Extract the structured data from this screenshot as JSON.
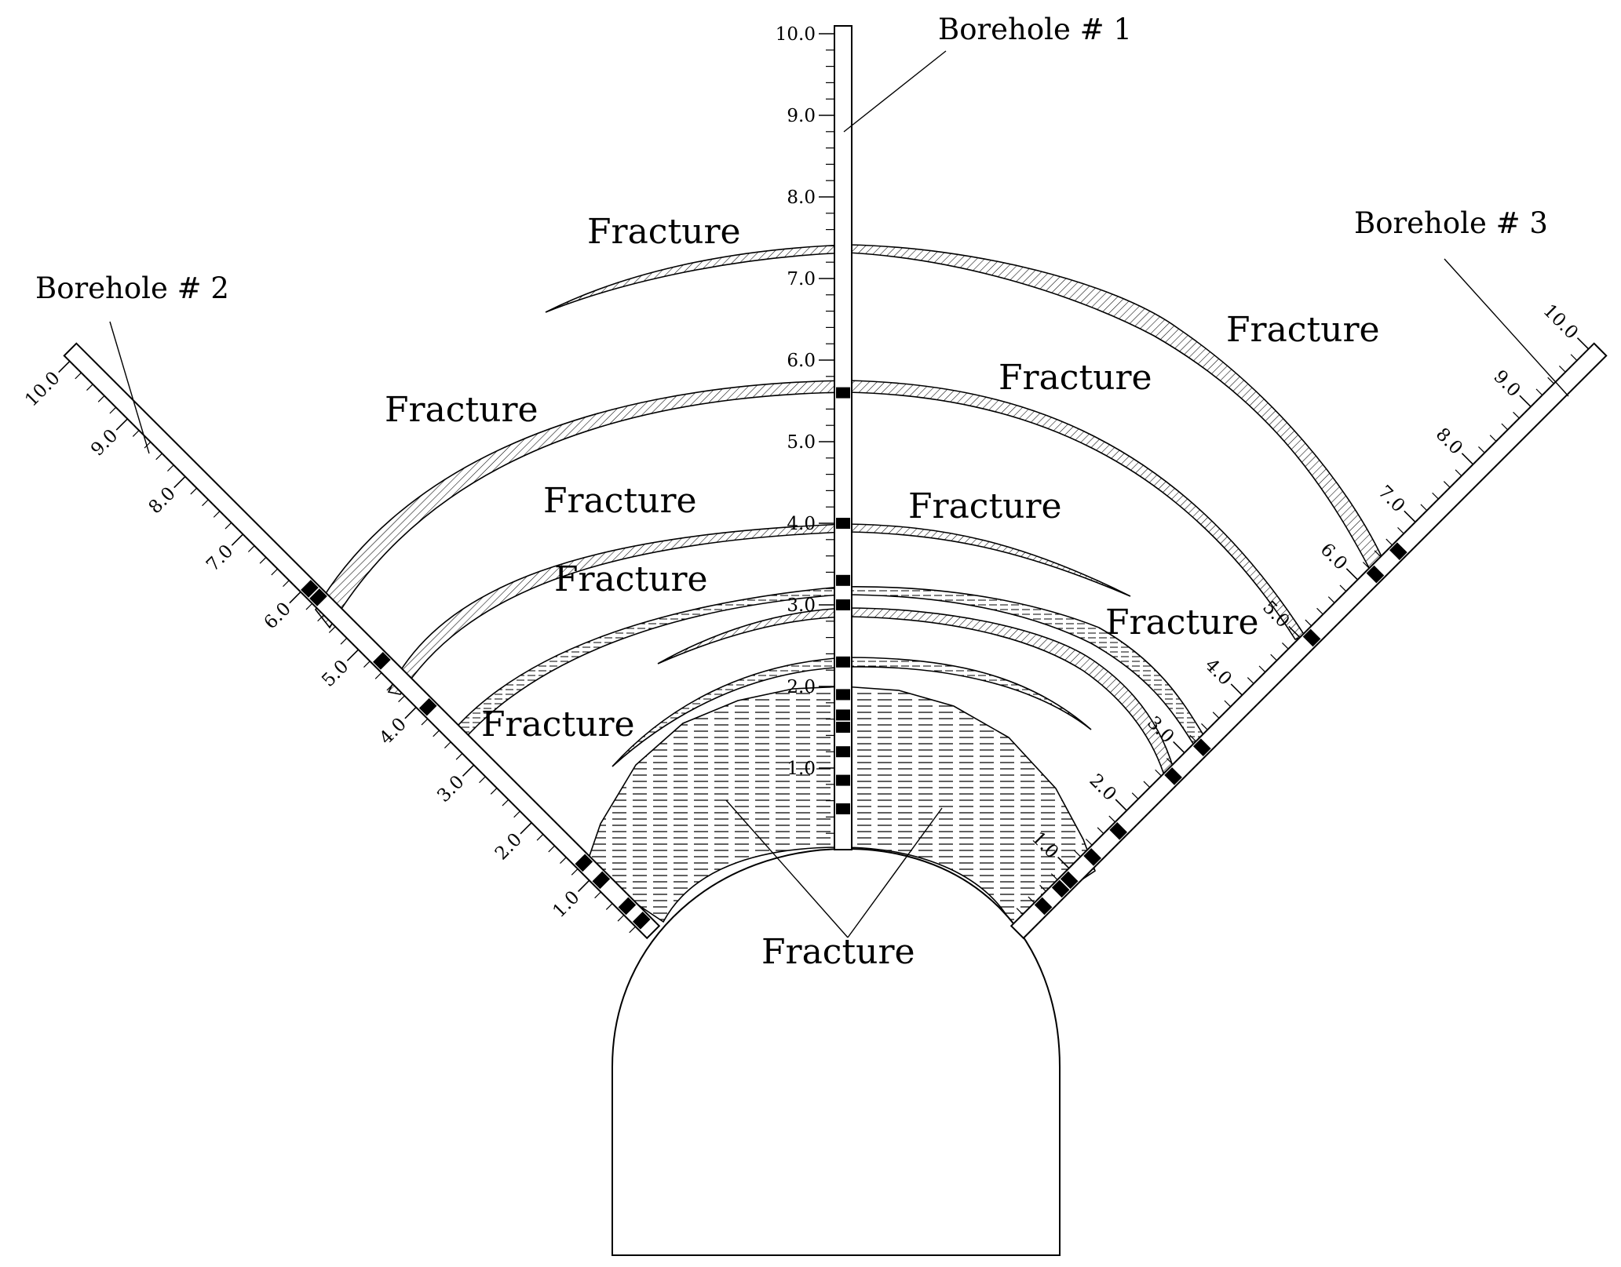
{
  "boreholes": [
    {
      "id": "bh1",
      "label": "Borehole # 1"
    },
    {
      "id": "bh2",
      "label": "Borehole # 2"
    },
    {
      "id": "bh3",
      "label": "Borehole # 3"
    }
  ],
  "depth_scale": {
    "min": 0,
    "max": 10,
    "labels": [
      "1.0",
      "2.0",
      "3.0",
      "4.0",
      "5.0",
      "6.0",
      "7.0",
      "8.0",
      "9.0",
      "10.0"
    ]
  },
  "fracture_label": "Fracture",
  "fracture_label_count": 10,
  "fracture_zones": [
    {
      "borehole": "bh1",
      "depths": [
        0.5,
        0.85,
        1.2,
        1.5,
        1.65,
        1.9,
        2.3,
        3.0,
        3.3,
        4.0,
        5.6
      ]
    },
    {
      "borehole": "bh2",
      "depths": [
        0.2,
        0.45,
        0.9,
        1.2,
        3.9,
        4.7,
        5.8,
        5.95
      ]
    },
    {
      "borehole": "bh3",
      "depths": [
        0.45,
        0.75,
        0.9,
        1.3,
        1.75,
        2.7,
        3.2,
        5.1,
        6.2,
        6.6
      ]
    }
  ],
  "colors": {
    "ink": "#000000",
    "background": "#ffffff"
  }
}
